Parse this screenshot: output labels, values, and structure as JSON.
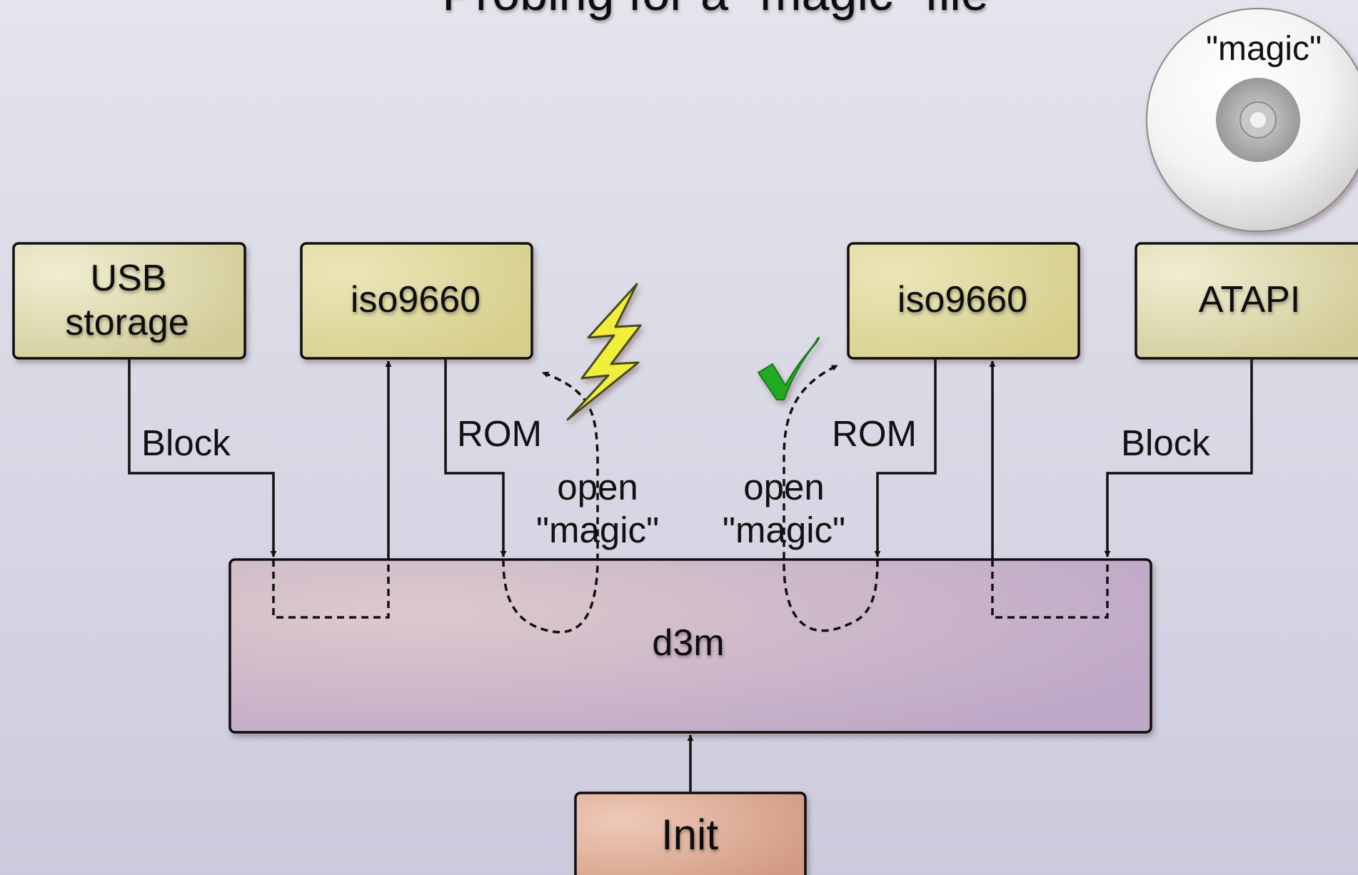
{
  "slide": {
    "title": "Probing for a \"magic\" file"
  },
  "boxes": {
    "usb_storage": [
      "USB",
      "storage"
    ],
    "iso9660_left": "iso9660",
    "iso9660_right": "iso9660",
    "atapi": "ATAPI",
    "d3m": "d3m",
    "init": "Init"
  },
  "labels": {
    "block_left": "Block",
    "rom_left": "ROM",
    "open_left": [
      "open",
      "\"magic\""
    ],
    "open_right": [
      "open",
      "\"magic\""
    ],
    "rom_right": "ROM",
    "block_right": "Block"
  },
  "disc": {
    "label": "\"magic\"",
    "icon": "cd-disc-icon"
  },
  "status_icons": {
    "left": "lightning-bolt-icon",
    "right": "green-checkmark-icon"
  },
  "colors": {
    "driver_box": "#dcd6a8",
    "d3m_box": "#c8b0c8",
    "init_box": "#d8a088",
    "bolt": "#f2ef3a",
    "check": "#22aa22"
  }
}
